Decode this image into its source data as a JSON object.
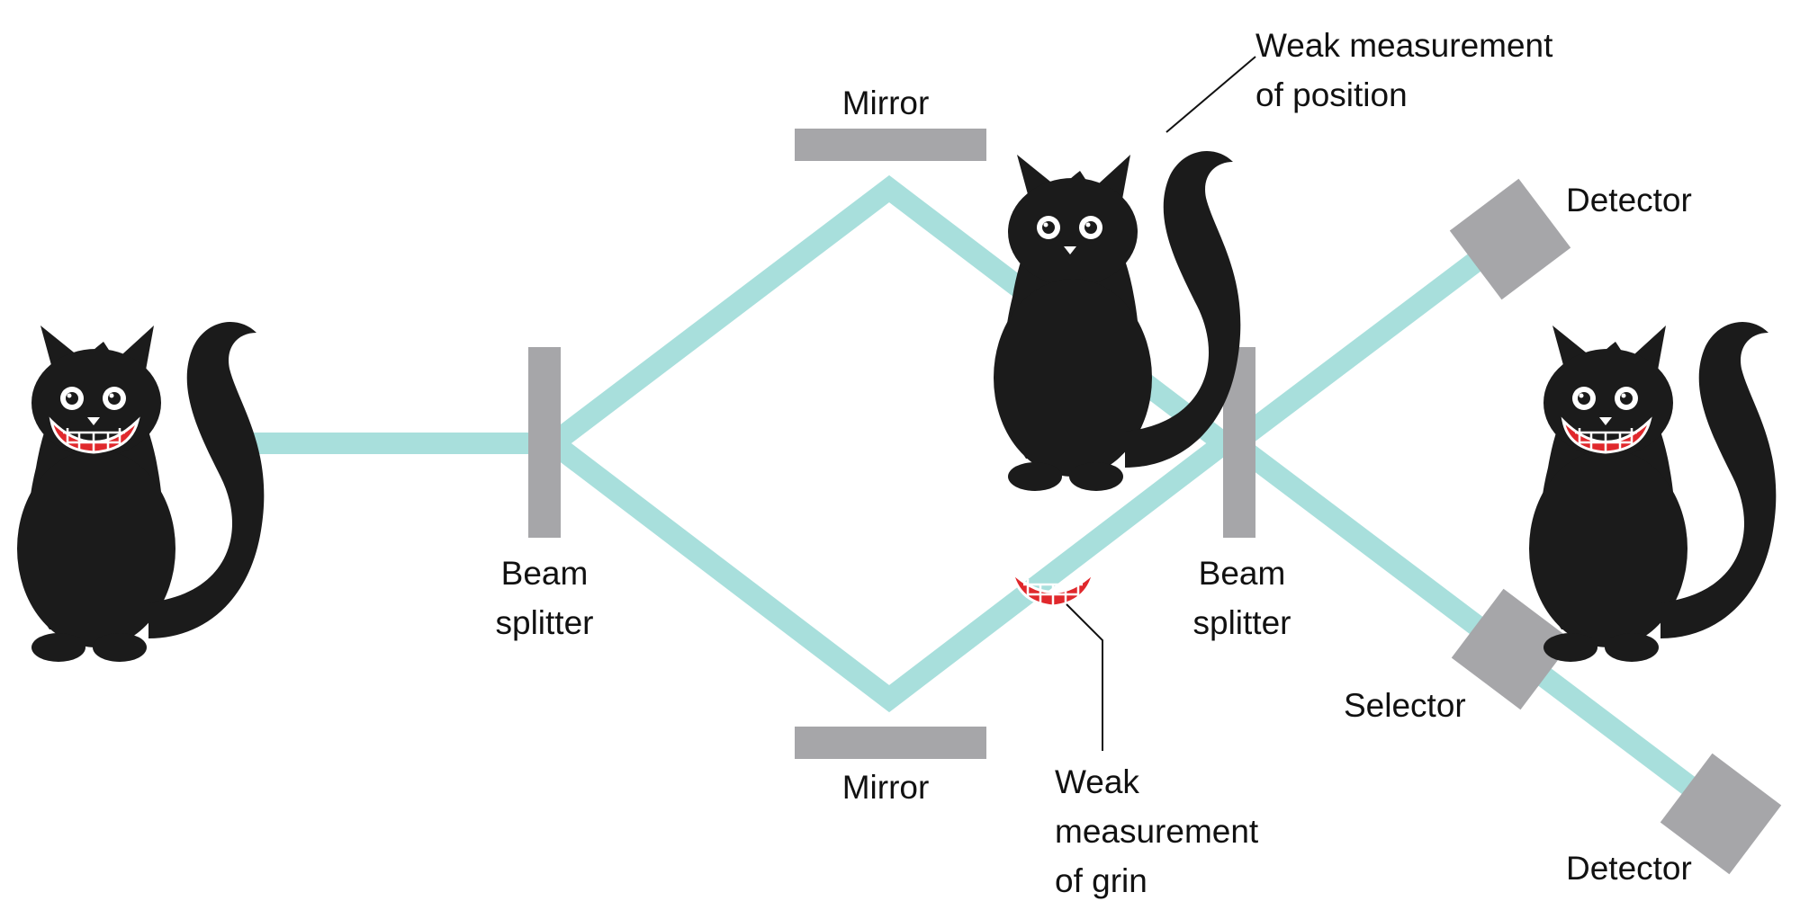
{
  "labels": {
    "mirror_top": "Mirror",
    "mirror_bottom": "Mirror",
    "beam_splitter_left": [
      "Beam",
      "splitter"
    ],
    "beam_splitter_right": [
      "Beam",
      "splitter"
    ],
    "detector_top": "Detector",
    "detector_bottom": "Detector",
    "selector": "Selector",
    "weak_position": [
      "Weak measurement",
      "of position"
    ],
    "weak_grin": [
      "Weak",
      "measurement",
      "of grin"
    ]
  },
  "colors": {
    "beam": "#a8dfdc",
    "component": "#a6a6a9",
    "cat": "#1b1b1b",
    "grin": "#e0282c",
    "text": "#111111"
  },
  "icons": [
    "cat-with-grin-icon",
    "cat-without-grin-icon",
    "cat-with-grin-icon",
    "floating-grin-icon"
  ]
}
